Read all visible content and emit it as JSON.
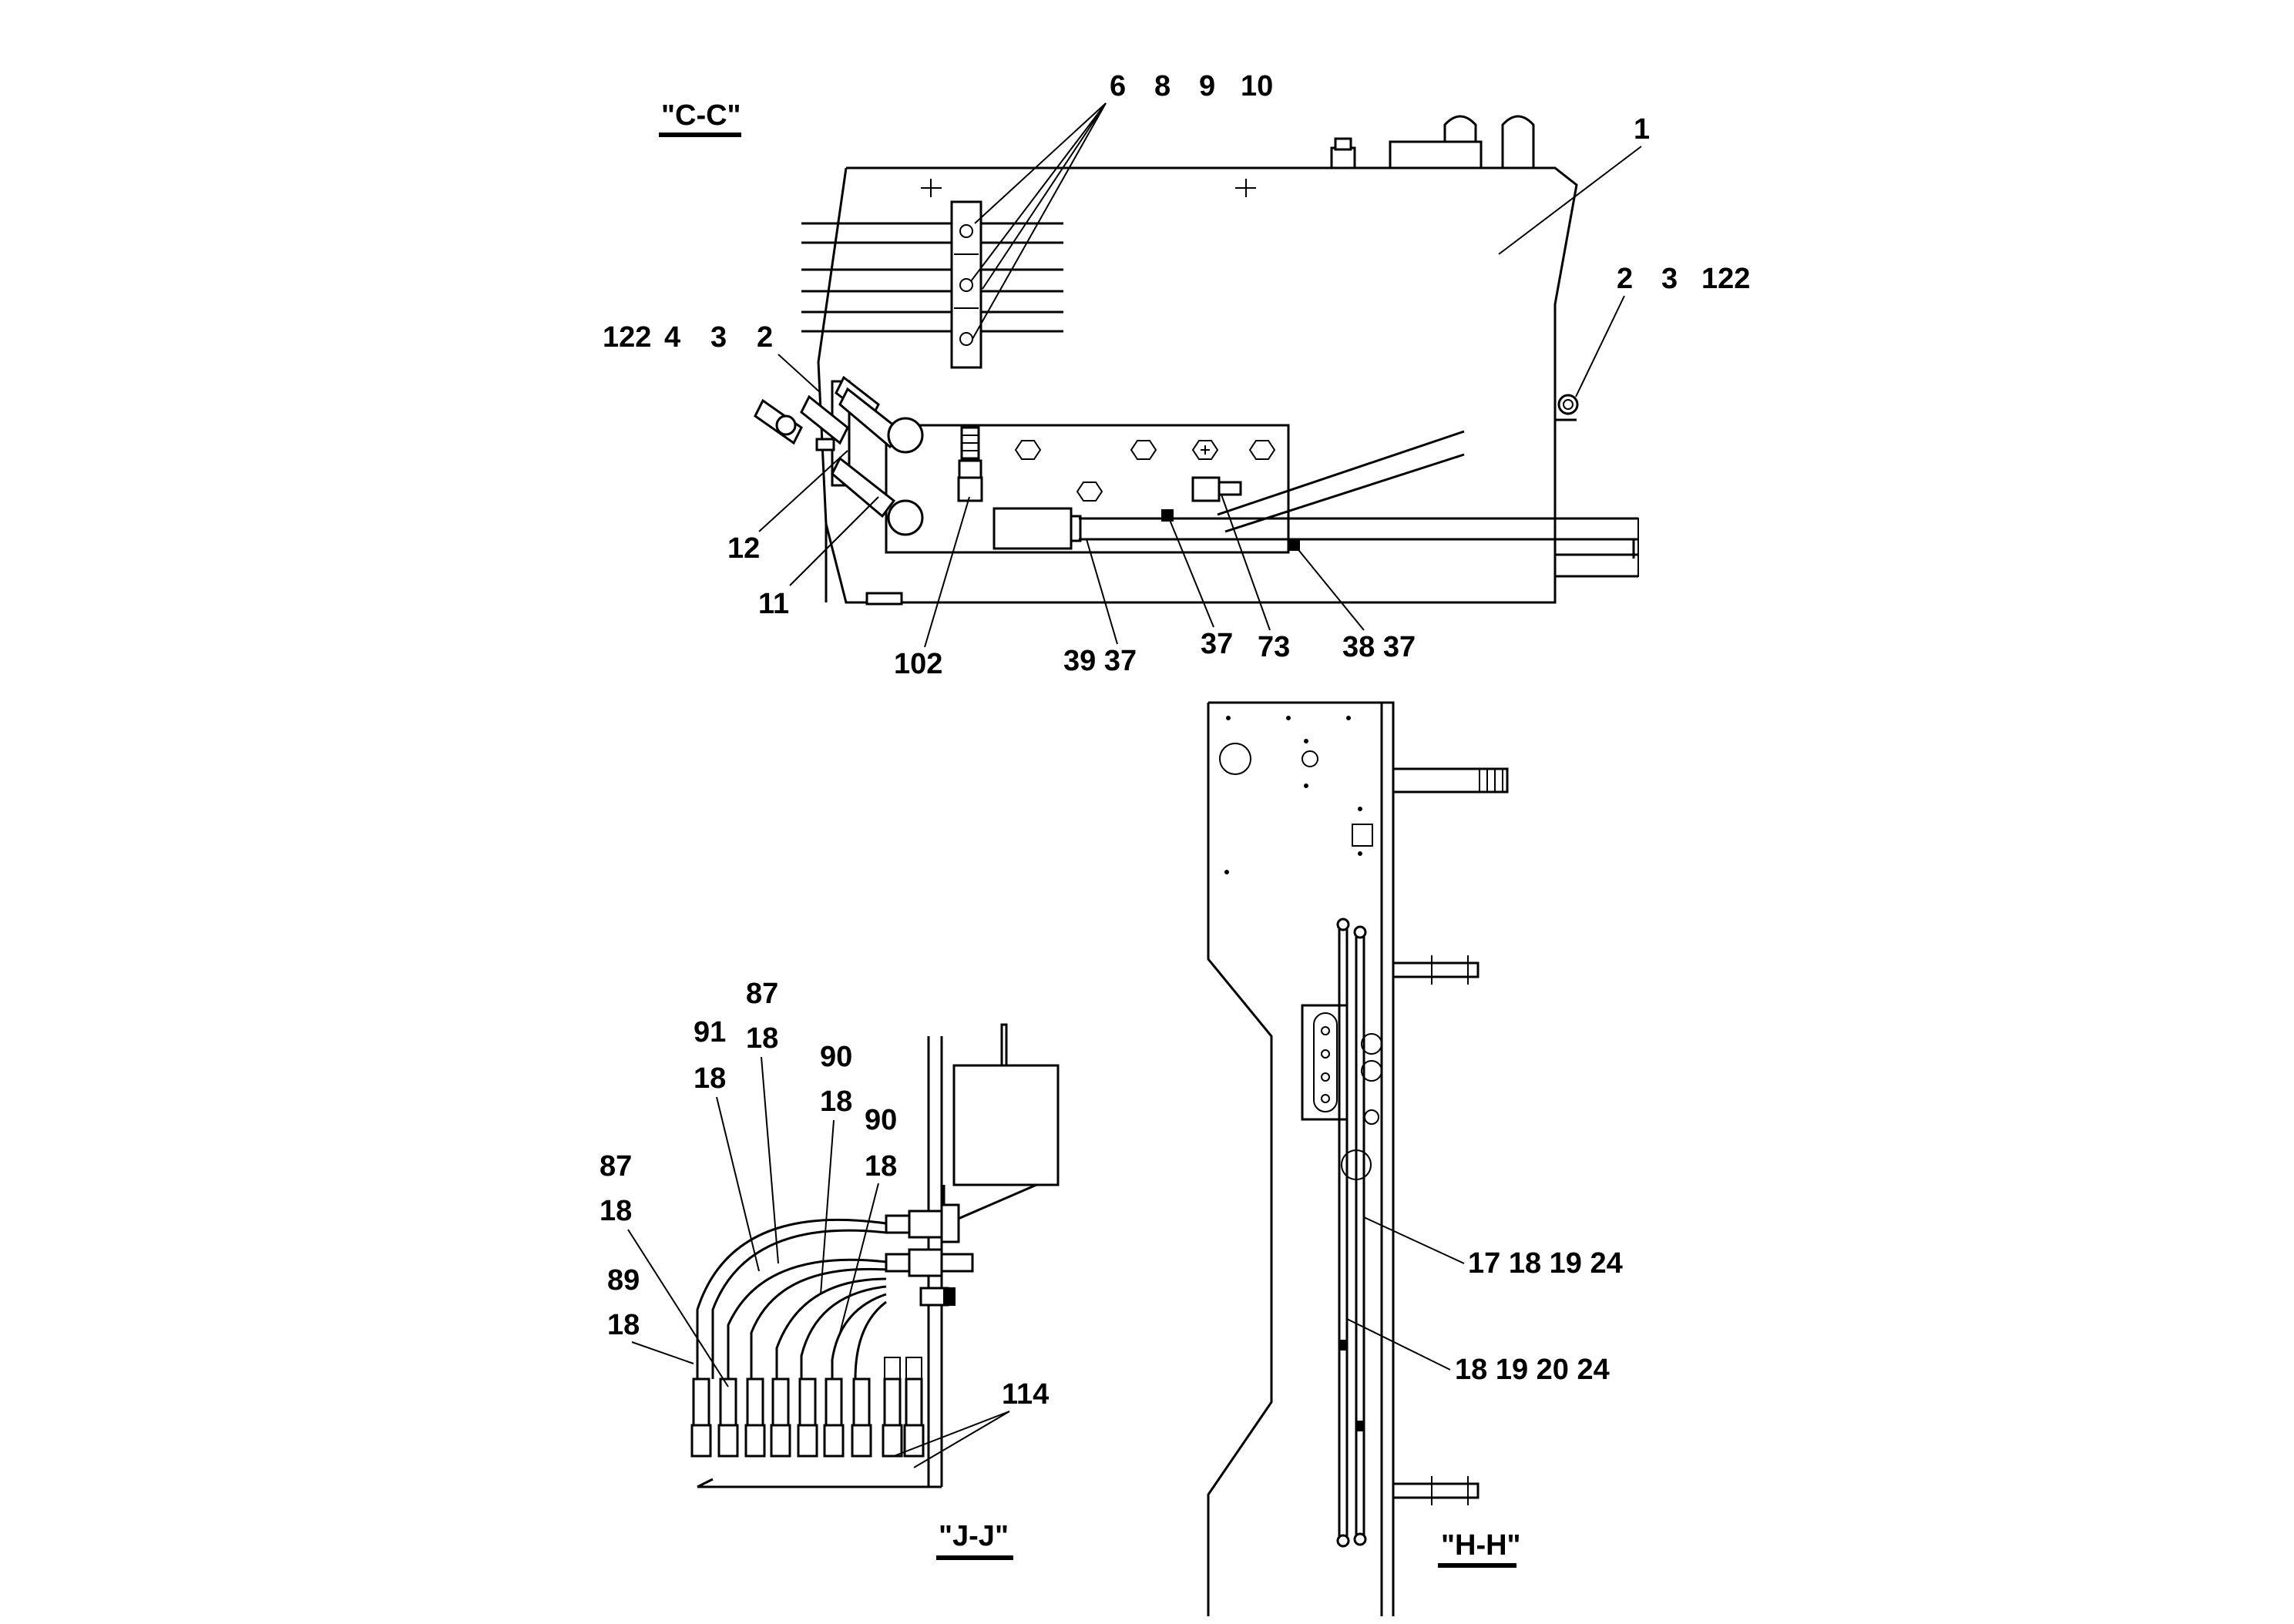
{
  "views": {
    "cc": {
      "title": "\"C-C\"",
      "labels": [
        "6",
        "8",
        "9",
        "10",
        "1",
        "2",
        "3",
        "122",
        "122",
        "4",
        "3",
        "2",
        "12",
        "11",
        "102",
        "39 37",
        "37",
        "73",
        "38 37"
      ]
    },
    "jj": {
      "title": "\"J-J\"",
      "labels": [
        "87",
        "91",
        "18",
        "18",
        "90",
        "18",
        "90",
        "18",
        "87",
        "18",
        "89",
        "18",
        "114"
      ]
    },
    "hh": {
      "title": "\"H-H\"",
      "labels": [
        "17 18 19 24",
        "18 19 20 24"
      ]
    }
  }
}
